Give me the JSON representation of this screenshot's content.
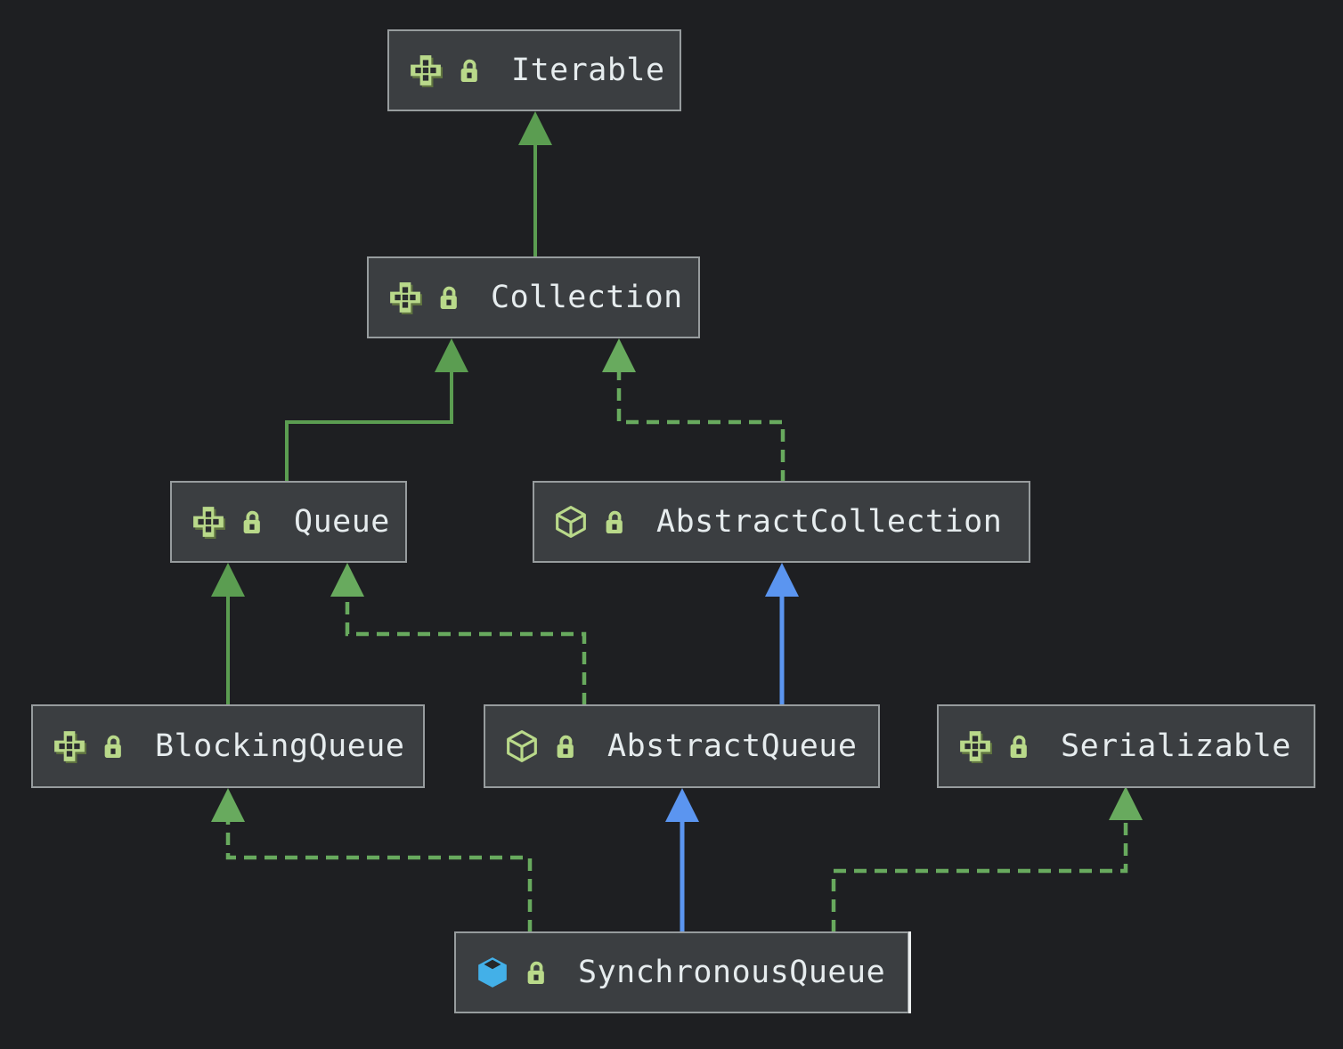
{
  "diagram": {
    "type": "uml-class-hierarchy",
    "nodes": [
      {
        "id": "iterable",
        "label": "Iterable",
        "kind": "interface",
        "locked": true
      },
      {
        "id": "collection",
        "label": "Collection",
        "kind": "interface",
        "locked": true
      },
      {
        "id": "queue",
        "label": "Queue",
        "kind": "interface",
        "locked": true
      },
      {
        "id": "abstract-collection",
        "label": "AbstractCollection",
        "kind": "abstract-class",
        "locked": true
      },
      {
        "id": "blocking-queue",
        "label": "BlockingQueue",
        "kind": "interface",
        "locked": true
      },
      {
        "id": "abstract-queue",
        "label": "AbstractQueue",
        "kind": "abstract-class",
        "locked": true
      },
      {
        "id": "serializable",
        "label": "Serializable",
        "kind": "interface",
        "locked": true
      },
      {
        "id": "synchronous-queue",
        "label": "SynchronousQueue",
        "kind": "class",
        "locked": true
      }
    ],
    "edges": [
      {
        "from": "Collection",
        "to": "Iterable",
        "style": "solid-green",
        "relation": "extends"
      },
      {
        "from": "Queue",
        "to": "Collection",
        "style": "solid-green",
        "relation": "extends"
      },
      {
        "from": "AbstractCollection",
        "to": "Collection",
        "style": "dashed-green",
        "relation": "implements"
      },
      {
        "from": "BlockingQueue",
        "to": "Queue",
        "style": "solid-green",
        "relation": "extends"
      },
      {
        "from": "AbstractQueue",
        "to": "Queue",
        "style": "dashed-green",
        "relation": "implements"
      },
      {
        "from": "AbstractQueue",
        "to": "AbstractCollection",
        "style": "solid-blue",
        "relation": "extends"
      },
      {
        "from": "SynchronousQueue",
        "to": "BlockingQueue",
        "style": "dashed-green",
        "relation": "implements"
      },
      {
        "from": "SynchronousQueue",
        "to": "AbstractQueue",
        "style": "solid-blue",
        "relation": "extends"
      },
      {
        "from": "SynchronousQueue",
        "to": "Serializable",
        "style": "dashed-green",
        "relation": "implements"
      }
    ],
    "colors": {
      "background": "#1e1f22",
      "node_background": "#3b3e41",
      "node_border": "#979c9e",
      "text": "#e6ecee",
      "extends_interface_edge": "#5b9d51",
      "implements_edge": "#68aa5e",
      "extends_class_edge": "#5b95f0",
      "icon_green": "#b9d98a",
      "icon_blue": "#43b0e8"
    }
  }
}
